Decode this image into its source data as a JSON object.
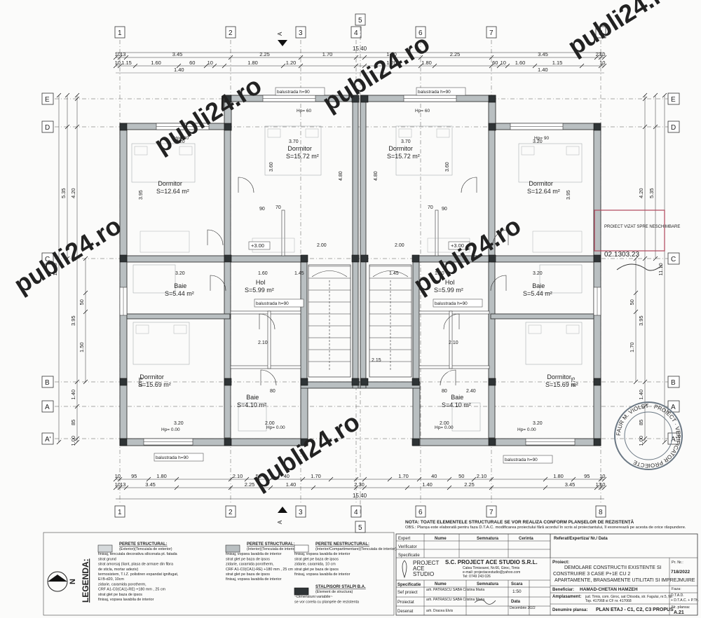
{
  "watermark": "publi24.ro",
  "axes_columns": [
    "1",
    "2",
    "3",
    "4",
    "5",
    "6",
    "7",
    "8"
  ],
  "axes_rows": [
    "E",
    "D",
    "C",
    "B",
    "A",
    "A'"
  ],
  "overall_width": "15.40",
  "dims_top_1": [
    "10",
    "13",
    "3.45",
    "2.25",
    "1.70",
    "1.70",
    "2.25",
    "3.45",
    "23",
    "10"
  ],
  "dims_top_2": [
    "10",
    "1.15",
    "1.60",
    "60",
    "10",
    "1.80",
    "1.20",
    "1.20",
    "1.80",
    "60",
    "10",
    "1.60",
    "1.15",
    "10"
  ],
  "dims_top_3": [
    "1.40",
    "1.40"
  ],
  "dims_bottom_1": [
    "95",
    "1.80",
    "2.10",
    "50",
    "40",
    "1.70",
    "40",
    "50",
    "2.10",
    "1.80",
    "95"
  ],
  "dims_bottom_2": [
    "13",
    "3.45",
    "2.25",
    "1.40",
    "2.30",
    "1.40",
    "2.25",
    "3.45",
    "13"
  ],
  "dims_left": [
    "4.20",
    "5.35",
    "11.10",
    "3.95",
    "1.40",
    "85",
    "1.00",
    "3.95",
    "1.50",
    "50"
  ],
  "rooms": [
    {
      "name": "Dormitor",
      "area": "S=12.64 m²"
    },
    {
      "name": "Dormitor",
      "area": "S=15.72 m²"
    },
    {
      "name": "Dormitor",
      "area": "S=15.72 m²"
    },
    {
      "name": "Dormitor",
      "area": "S=12.64 m²"
    },
    {
      "name": "Baie",
      "area": "S=5.44 m²"
    },
    {
      "name": "Hol",
      "area": "S=5.99 m²"
    },
    {
      "name": "Hol",
      "area": "S=5.99 m²"
    },
    {
      "name": "Baie",
      "area": "S=5.44 m²"
    },
    {
      "name": "Dormitor",
      "area": "S=15.69 m²"
    },
    {
      "name": "Baie",
      "area": "S=4.10 m²"
    },
    {
      "name": "Baie",
      "area": "S=4.10 m²"
    },
    {
      "name": "Dormitor",
      "area": "S=15.69 m²"
    }
  ],
  "balustrade": "balustrada h=90",
  "level_mark": "+3.00",
  "hp_labels": [
    "Hp= 90",
    "Hp= 60",
    "Hp= 0.00"
  ],
  "inner_dims": [
    "3.20",
    "3.70",
    "3.60",
    "2.00",
    "1.60",
    "1.45",
    "2.10",
    "90",
    "70",
    "80",
    "2.15",
    "2.40",
    "3.75"
  ],
  "stamp_top": [
    "02.1303.23",
    "PROIECT VIZAT SPRE NESCHIMBARE"
  ],
  "stamp_round": "FAUR M. VIOLET · PROIECT · VERIFICATOR PROIECTE",
  "legend": {
    "title": "LEGENDA:",
    "items": [
      {
        "title": "PERETE STRUCTURAL:",
        "lines": [
          "(Exterior)(Tencuiala de exterior)",
          "finisaj, tencuiala decorativa siliconata pt. fatada",
          "strat grund",
          "strat amorsaj (liant, plasa de armare din fibra",
          "de sticla, mortar adeziv)",
          "termosistem, T.I.Z. polistiren expandat ignifugat,",
          "El B-d20, 10cm",
          "zidarie, caramida porotherm,",
          "CRF A1-C0(CA1)-RE) +180 mm , 25 cm",
          "strat glet pe baza de ipsos",
          "finisaj, vopsea lavabila de interior"
        ]
      },
      {
        "title": "PERETE STRUCTURAL:",
        "lines": [
          "(Interior)(Tencuiala de interior)",
          "finisaj, vopsea lavabila de interior",
          "strat glet pe baza de ipsos",
          "zidarie, caramida porotherm,",
          "CRF A1-C0(CA1)-RE) +180 mm , 25 cm",
          "strat glet pe baza de ipsos",
          "finisaj, vopsea lavabila de interior"
        ]
      },
      {
        "title": "PERETE NESTRUCTURAL:",
        "lines": [
          "(Interior/Compartimentare)(Tencuiala de interior)",
          "finisaj, vopsea lavabila de interior",
          "strat glet pe baza de ipsos",
          "zidarie, caramida, 10 cm",
          "strat glet pe baza de ipsos",
          "finisaj, vopsea lavabila de interior"
        ]
      },
      {
        "title": "STALPISORI STALPI B.A.",
        "lines": [
          "(Element de structura)",
          "~Dimensiuni variabile~",
          "se vor corela cu planșele de rezistenta"
        ]
      }
    ]
  },
  "north": "N",
  "notes": {
    "nota": "NOTA: TOATE ELEMENTELE STRUCTURALE SE VOR REALIZA CONFORM PLANȘELOR DE REZISTENȚĂ",
    "obs": "OBS.: Planșa este elaborată pentru faza D.T.A.C. modificarea proiectului fără acordul în scris al proiectantului, îl exonerează pe acesta de orice răspundere."
  },
  "title_block": {
    "hdr": [
      "Nume",
      "Semnatura",
      "Cerinta",
      "Referat/Expertiza/ Nr./ Data"
    ],
    "roles": [
      "Expert",
      "Verificator",
      "Specificatie"
    ],
    "company": "S.C. PROJECT ACE STUDIO S.R.L.",
    "company_addr": "Calea Timisoarei, Nr.66, Giroc, Timis",
    "company_mail": "e-mail: projectacestudio@yahoo.com",
    "company_tel": "Tel: 0749 243 026",
    "logo_text": [
      "PROJECT",
      "ACE",
      "STUDIO"
    ],
    "proiect_label": "Proiect:",
    "proiect": "DEMOLARE CONSTRUCTII EXISTENTE SI CONSTRUIRE 3 CASE P+1E CU 2 APARTAMENTE, BRANSAMENTE UTILITATI SI IMPREJMUIRE",
    "pr_nr_label": "Pr. Nr.:",
    "pr_nr": "718/2022",
    "beneficiar_label": "Beneficiar:",
    "beneficiar": "HAMAD-CHETAN HAMZEH",
    "amplasament_label": "Amplasament:",
    "amplasament": "jud. Timis, com. Giroc, sat Chisoda, str. Fagului, nr.5, Nr.Top. 417068 si CF nr. 417068",
    "faza_label": "Faza:",
    "faza": "D.T.A.D. + D.T.A.C. + P.Th.",
    "specificatie": "Specificatie",
    "sef_proiect": "Sef proiect",
    "proiectat": "Proiectat",
    "desenat": "Desenat",
    "nume_1": "arh. PATRASCU SABA Cristina Maria",
    "nume_2": "arh. PATRASCU SABA Cristina Maria",
    "nume_3": "arh. Dracea Elvis",
    "scara_label": "Scara",
    "scara": "1:50",
    "data_label": "Data",
    "data": "Decembrie 2022",
    "plansa_label": "Denumire plansa:",
    "plansa": "PLAN ETAJ - C1, C2, C3 PROPUS",
    "nr_plansa_label": "Nr. plansa:",
    "nr_plansa": "A.21"
  }
}
